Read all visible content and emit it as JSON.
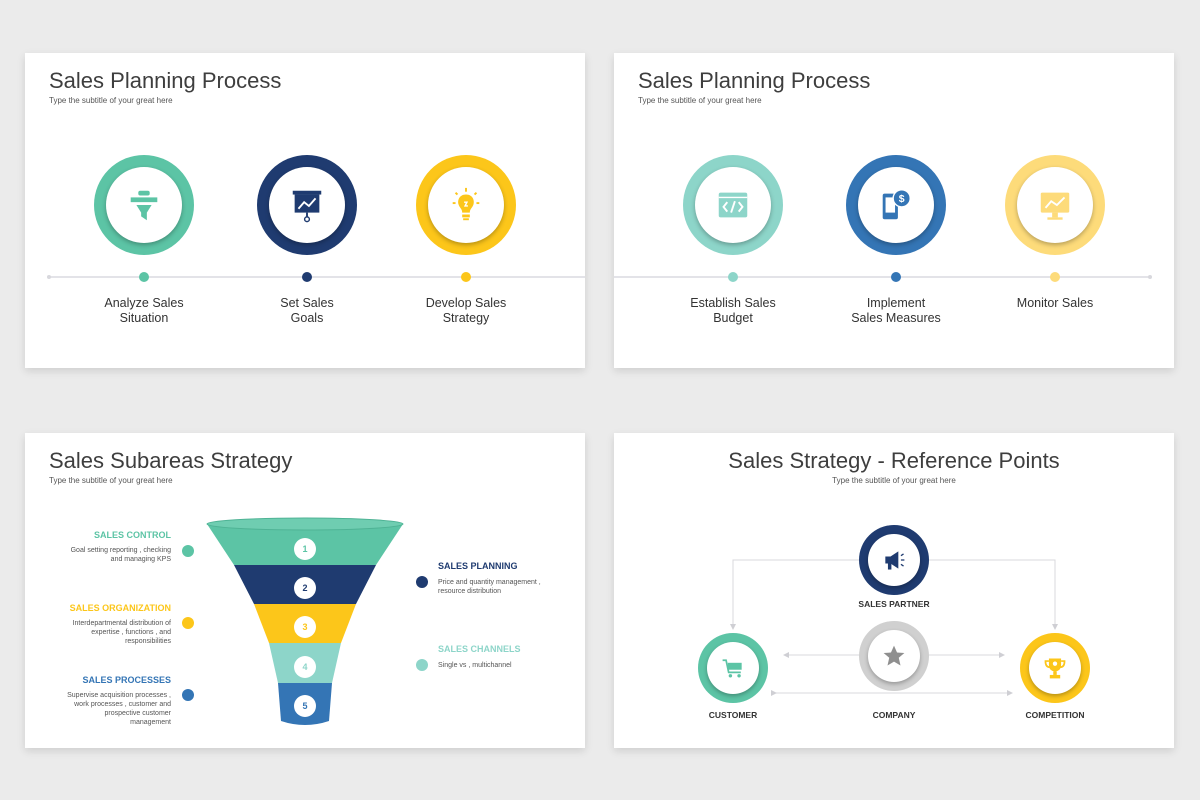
{
  "subtitle": "Type the subtitle of your great here",
  "colors": {
    "teal": "#5cc4a5",
    "navy": "#1f3b70",
    "yellow": "#fcc61a",
    "light_teal": "#8dd5c9",
    "blue": "#3475b5",
    "light_yellow": "#fddb7a",
    "gray": "#d0d0d0"
  },
  "slide1": {
    "title": "Sales Planning Process",
    "steps": [
      {
        "label": "Analyze Sales\nSituation",
        "icon": "funnel-icon"
      },
      {
        "label": "Set Sales\nGoals",
        "icon": "presentation-chart-icon"
      },
      {
        "label": "Develop Sales\nStrategy",
        "icon": "lightbulb-icon"
      }
    ]
  },
  "slide2": {
    "title": "Sales Planning Process",
    "steps": [
      {
        "label": "Establish Sales\nBudget",
        "icon": "code-window-icon"
      },
      {
        "label": "Implement\nSales Measures",
        "icon": "mobile-dollar-icon"
      },
      {
        "label": "Monitor Sales",
        "icon": "monitor-chart-icon"
      }
    ]
  },
  "slide3": {
    "title": "Sales Subareas Strategy",
    "funnel_numbers": [
      "1",
      "2",
      "3",
      "4",
      "5"
    ],
    "left_items": [
      {
        "title": "SALES CONTROL",
        "desc": "Goal setting reporting , checking\nand managing KPS"
      },
      {
        "title": "SALES ORGANIZATION",
        "desc": "Interdepartmental distribution of\nexpertise , functions , and\nresponsibilities"
      },
      {
        "title": "SALES PROCESSES",
        "desc": "Supervise acquisition processes ,\nwork processes , customer and\nprospective customer\nmanagement"
      }
    ],
    "right_items": [
      {
        "title": "SALES PLANNING",
        "desc": "Price and quantity management ,\nresource distribution"
      },
      {
        "title": "SALES CHANNELS",
        "desc": "Single vs , multichannel"
      }
    ]
  },
  "slide4": {
    "title": "Sales Strategy - Reference Points",
    "nodes": {
      "partner": {
        "label": "SALES PARTNER",
        "icon": "megaphone-icon"
      },
      "customer": {
        "label": "CUSTOMER",
        "icon": "shopping-cart-icon"
      },
      "company": {
        "label": "COMPANY",
        "icon": "star-icon"
      },
      "competition": {
        "label": "COMPETITION",
        "icon": "trophy-icon"
      }
    }
  }
}
